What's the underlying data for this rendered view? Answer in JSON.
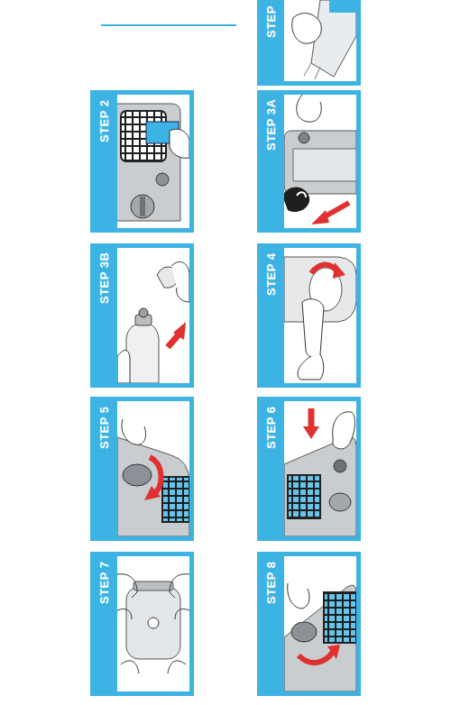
{
  "diagram": {
    "nodes": [
      {
        "text": [
          "STEP"
        ]
      },
      {
        "text": [
          "STEP 2"
        ]
      },
      {
        "text": [
          "STEP 3A"
        ]
      },
      {
        "text": [
          "STEP 3B"
        ]
      },
      {
        "text": [
          "STEP 4"
        ]
      },
      {
        "text": [
          "STEP 5"
        ]
      },
      {
        "text": [
          "STEP 6"
        ]
      },
      {
        "text": [
          "STEP 7"
        ]
      },
      {
        "text": [
          "STEP 8"
        ]
      }
    ]
  }
}
